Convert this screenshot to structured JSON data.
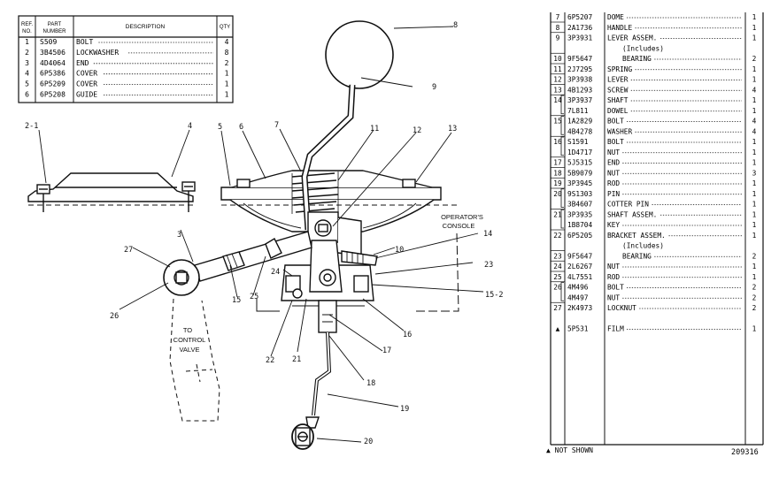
{
  "top_table": {
    "headers": {
      "ref": "REF. NO.",
      "part": "PART NUMBER",
      "desc": "DESCRIPTION",
      "qty": "QTY"
    },
    "rows": [
      {
        "ref": "1",
        "part": "S509",
        "desc": "BOLT",
        "qty": "4"
      },
      {
        "ref": "2",
        "part": "3B4506",
        "desc": "LOCKWASHER",
        "qty": "8"
      },
      {
        "ref": "3",
        "part": "4D4064",
        "desc": "END",
        "qty": "2"
      },
      {
        "ref": "4",
        "part": "6P5386",
        "desc": "COVER",
        "qty": "1"
      },
      {
        "ref": "5",
        "part": "6P5209",
        "desc": "COVER",
        "qty": "1"
      },
      {
        "ref": "6",
        "part": "6P5208",
        "desc": "GUIDE",
        "qty": "1"
      }
    ]
  },
  "right_table": {
    "rows": [
      {
        "ref": "7",
        "part": "6P5207",
        "desc": "DOME",
        "qty": "1"
      },
      {
        "ref": "8",
        "part": "2A1736",
        "desc": "HANDLE",
        "qty": "1"
      },
      {
        "ref": "9",
        "part": "3P3931",
        "desc": "LEVER ASSEM.",
        "qty": "1"
      },
      {
        "ref": "",
        "part": "",
        "desc": "(Includes)",
        "qty": "",
        "indent": true,
        "nodots": true
      },
      {
        "ref": "10",
        "part": "9F5647",
        "desc": "BEARING",
        "qty": "2",
        "indent": true
      },
      {
        "ref": "11",
        "part": "2J7295",
        "desc": "SPRING",
        "qty": "1"
      },
      {
        "ref": "12",
        "part": "3P3938",
        "desc": "LEVER",
        "qty": "1"
      },
      {
        "ref": "13",
        "part": "4B1293",
        "desc": "SCREW",
        "qty": "4"
      },
      {
        "ref": "14",
        "part": "3P3937",
        "desc": "SHAFT",
        "qty": "1"
      },
      {
        "ref": "",
        "part": "7L811",
        "desc": "DOWEL",
        "qty": "1"
      },
      {
        "ref": "15",
        "part": "1A2829",
        "desc": "BOLT",
        "qty": "4"
      },
      {
        "ref": "",
        "part": "4B4278",
        "desc": "WASHER",
        "qty": "4"
      },
      {
        "ref": "16",
        "part": "S1591",
        "desc": "BOLT",
        "qty": "1"
      },
      {
        "ref": "",
        "part": "1D4717",
        "desc": "NUT",
        "qty": "1"
      },
      {
        "ref": "17",
        "part": "5J5315",
        "desc": "END",
        "qty": "1"
      },
      {
        "ref": "18",
        "part": "5B9079",
        "desc": "NUT",
        "qty": "3"
      },
      {
        "ref": "19",
        "part": "3P3945",
        "desc": "ROD",
        "qty": "1"
      },
      {
        "ref": "20",
        "part": "9S1303",
        "desc": "PIN",
        "qty": "1"
      },
      {
        "ref": "",
        "part": "3B4607",
        "desc": "COTTER PIN",
        "qty": "1"
      },
      {
        "ref": "21",
        "part": "3P3935",
        "desc": "SHAFT ASSEM.",
        "qty": "1"
      },
      {
        "ref": "",
        "part": "1B8704",
        "desc": "KEY",
        "qty": "1"
      },
      {
        "ref": "22",
        "part": "6P5205",
        "desc": "BRACKET ASSEM.",
        "qty": "1"
      },
      {
        "ref": "",
        "part": "",
        "desc": "(Includes)",
        "qty": "",
        "indent": true,
        "nodots": true
      },
      {
        "ref": "23",
        "part": "9F5647",
        "desc": "BEARING",
        "qty": "2",
        "indent": true
      },
      {
        "ref": "24",
        "part": "2L6267",
        "desc": "NUT",
        "qty": "1"
      },
      {
        "ref": "25",
        "part": "4L7551",
        "desc": "ROD",
        "qty": "1"
      },
      {
        "ref": "26",
        "part": "4M496",
        "desc": "BOLT",
        "qty": "2"
      },
      {
        "ref": "",
        "part": "4M497",
        "desc": "NUT",
        "qty": "2"
      },
      {
        "ref": "27",
        "part": "2K4973",
        "desc": "LOCKNUT",
        "qty": "2"
      },
      {
        "ref": "",
        "part": "",
        "desc": "",
        "qty": "",
        "blank": true
      },
      {
        "ref": "▲",
        "part": "5P531",
        "desc": "FILM",
        "qty": "1"
      }
    ],
    "footnote": "▲ NOT SHOWN",
    "drawing_number": "209316"
  },
  "diagram": {
    "callouts": {
      "c2_1": "2-1",
      "c4": "4",
      "c5": "5",
      "c6": "6",
      "c7": "7",
      "c8": "8",
      "c9": "9",
      "c11": "11",
      "c12": "12",
      "c13": "13",
      "c14": "14",
      "c10": "10",
      "c23": "23",
      "c15_2": "15-2",
      "c16": "16",
      "c17": "17",
      "c18": "18",
      "c19": "19",
      "c20": "20",
      "c21": "21",
      "c22": "22",
      "c24": "24",
      "c25": "25",
      "c15": "15",
      "c3": "3",
      "c27": "27",
      "c26": "26"
    },
    "labels": {
      "operators_console_1": "OPERATOR'S",
      "operators_console_2": "CONSOLE",
      "to_control_valve_1": "TO",
      "to_control_valve_2": "CONTROL",
      "to_control_valve_3": "VALVE"
    }
  }
}
